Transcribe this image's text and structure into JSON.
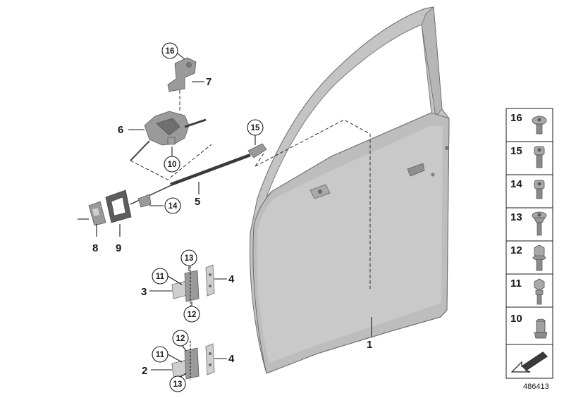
{
  "diagram": {
    "callouts": [
      {
        "id": "1",
        "label": "1",
        "circled": false
      },
      {
        "id": "2",
        "label": "2",
        "circled": false
      },
      {
        "id": "3",
        "label": "3",
        "circled": false
      },
      {
        "id": "4a",
        "label": "4",
        "circled": false
      },
      {
        "id": "4b",
        "label": "4",
        "circled": false
      },
      {
        "id": "5",
        "label": "5",
        "circled": false
      },
      {
        "id": "6",
        "label": "6",
        "circled": false
      },
      {
        "id": "7",
        "label": "7",
        "circled": false
      },
      {
        "id": "8",
        "label": "8",
        "circled": false
      },
      {
        "id": "9",
        "label": "9",
        "circled": false
      },
      {
        "id": "10",
        "label": "10",
        "circled": true
      },
      {
        "id": "11a",
        "label": "11",
        "circled": true
      },
      {
        "id": "11b",
        "label": "11",
        "circled": true
      },
      {
        "id": "12a",
        "label": "12",
        "circled": true
      },
      {
        "id": "12b",
        "label": "12",
        "circled": true
      },
      {
        "id": "13a",
        "label": "13",
        "circled": true
      },
      {
        "id": "13b",
        "label": "13",
        "circled": true
      },
      {
        "id": "14",
        "label": "14",
        "circled": true
      },
      {
        "id": "15",
        "label": "15",
        "circled": true
      },
      {
        "id": "16",
        "label": "16",
        "circled": true
      }
    ],
    "fastener_table": [
      {
        "label": "16",
        "icon": "torx-button-head-screw-icon"
      },
      {
        "label": "15",
        "icon": "torx-cap-screw-icon"
      },
      {
        "label": "14",
        "icon": "torx-short-screw-icon"
      },
      {
        "label": "13",
        "icon": "torx-countersunk-screw-icon"
      },
      {
        "label": "12",
        "icon": "hex-flange-bolt-icon"
      },
      {
        "label": "11",
        "icon": "hex-collar-bolt-icon"
      },
      {
        "label": "10",
        "icon": "nut-icon"
      }
    ],
    "reference_number": "486413",
    "colors": {
      "part": "#9a9a9a",
      "door": "#c8c8c8",
      "line": "#1a1a1a"
    }
  }
}
